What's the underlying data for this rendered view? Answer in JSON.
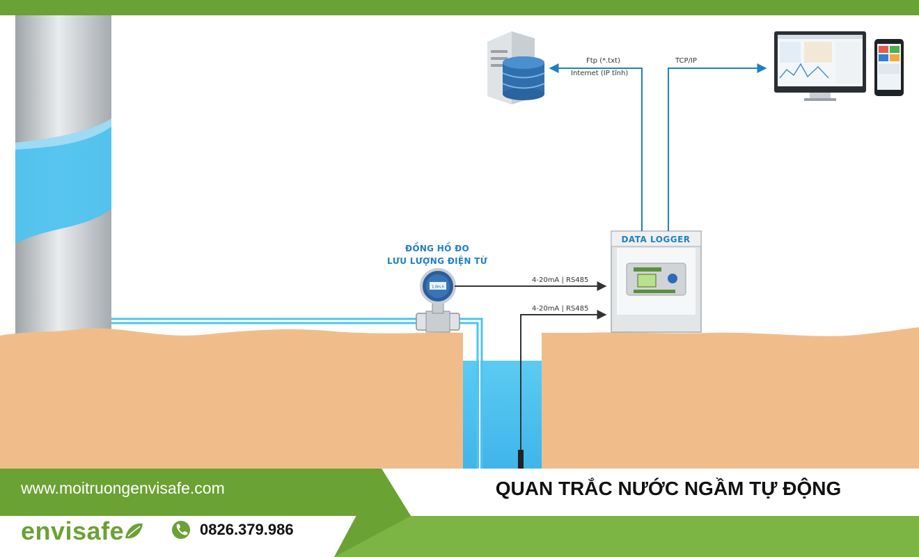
{
  "diagram": {
    "flow_meter_title_line1": "ĐỒNG HỒ ĐO",
    "flow_meter_title_line2": "LƯU LƯỢNG ĐIỆN TỪ",
    "flow_meter_display": "1.0m.h",
    "data_logger_title": "DATA LOGGER",
    "signal_label_1": "4-20mA | RS485",
    "signal_label_2": "4-20mA | RS485",
    "ftp_label": "Ftp (*.txt)",
    "internet_label": "Internet (IP tĩnh)",
    "tcp_label": "TCP/IP"
  },
  "footer": {
    "website": "www.moitruongenvisafe.com",
    "title": "QUAN TRẮC NƯỚC NGẦM TỰ ĐỘNG",
    "brand": "envisafe",
    "phone": "0826.379.986"
  },
  "colors": {
    "top_bar": "#6aa233",
    "ground": "#f0bd8a",
    "water": "#4fc3f0",
    "pipe_blue": "#1f7fc4",
    "brand_green": "#6aa233",
    "footer_green": "#6fa83a"
  },
  "icons": {
    "server": "server-database-icon",
    "monitor": "desktop-monitor-icon",
    "phone_device": "smartphone-icon",
    "phone_call": "phone-call-icon",
    "leaf": "leaf-icon"
  }
}
